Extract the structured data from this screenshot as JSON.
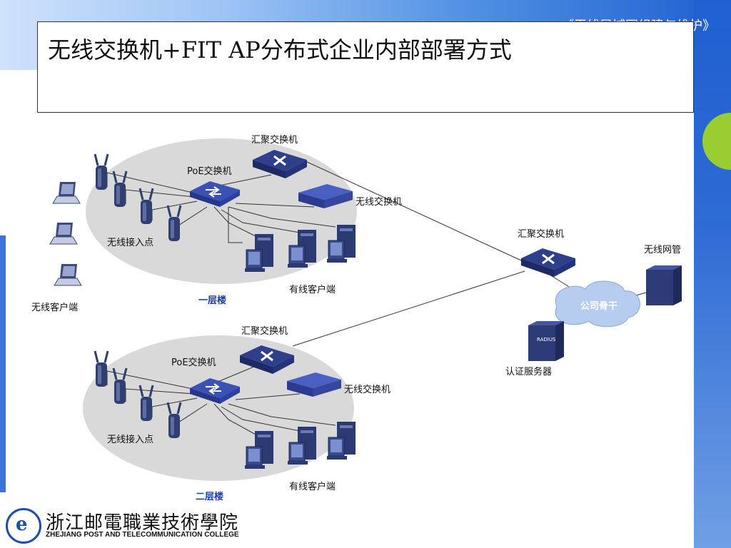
{
  "header_tag": "《无线局域网组建与维护》",
  "title": "无线交换机+FIT AP分布式企业内部部署方式",
  "labels": {
    "agg_switch": "汇聚交换机",
    "poe_switch": "PoE交换机",
    "wireless_switch": "无线交换机",
    "ap": "无线接入点",
    "wired_client": "有线客户端",
    "wireless_client": "无线客户端",
    "floor1": "一层楼",
    "floor2": "二层楼",
    "core_agg_switch": "汇聚交换机",
    "backbone": "公司骨干",
    "wlan_manager": "无线网管",
    "auth_server": "认证服务器",
    "radius": "RADIUS"
  },
  "logo": {
    "cn": "浙江邮電職業技術學院",
    "en": "ZHEJIANG POST AND TELECOMMUNICATION COLLEGE"
  }
}
